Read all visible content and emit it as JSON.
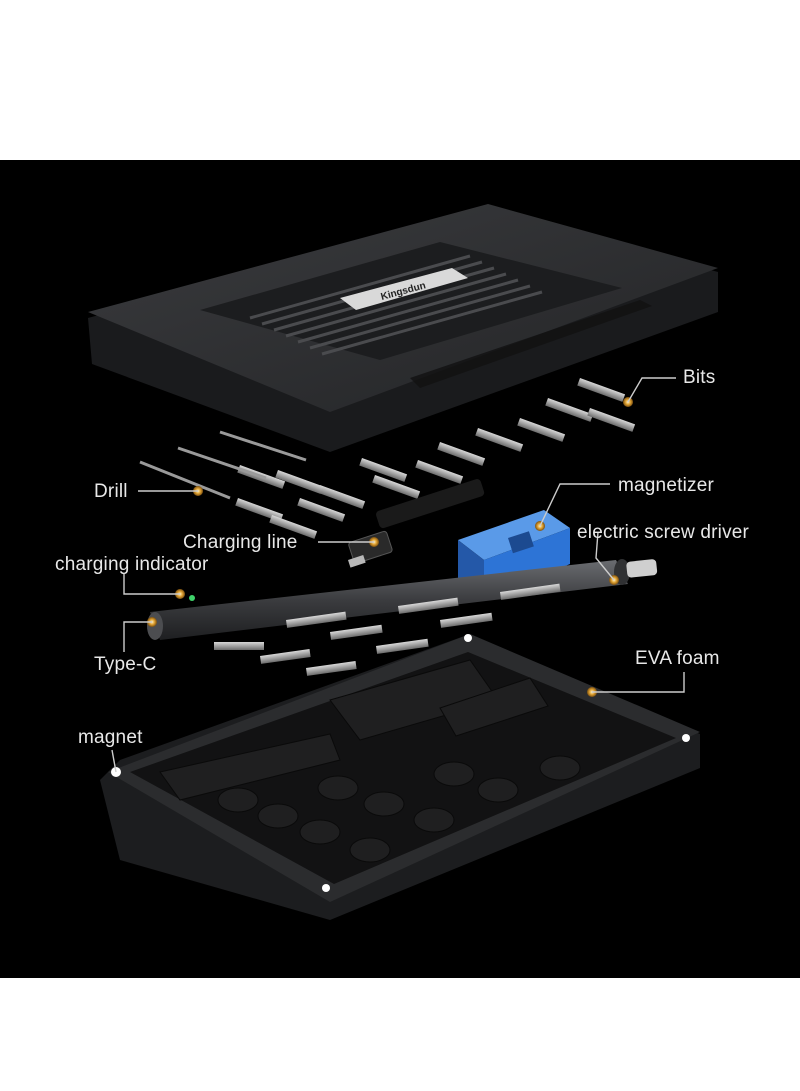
{
  "brand": "Kingsdun",
  "labels": {
    "bits": "Bits",
    "drill": "Drill",
    "magnetizer": "magnetizer",
    "charging_line": "Charging line",
    "electric_screw_driver": "electric screw driver",
    "charging_indicator": "charging indicator",
    "type_c": "Type-C",
    "eva_foam": "EVA foam",
    "magnet": "magnet"
  },
  "colors": {
    "background": "#000000",
    "frame": "#ffffff",
    "case": "#2a2b2d",
    "magnetizer": "#2d74d6",
    "indicator_led": "#3fd26a",
    "callout_dot": "#e0a232"
  }
}
